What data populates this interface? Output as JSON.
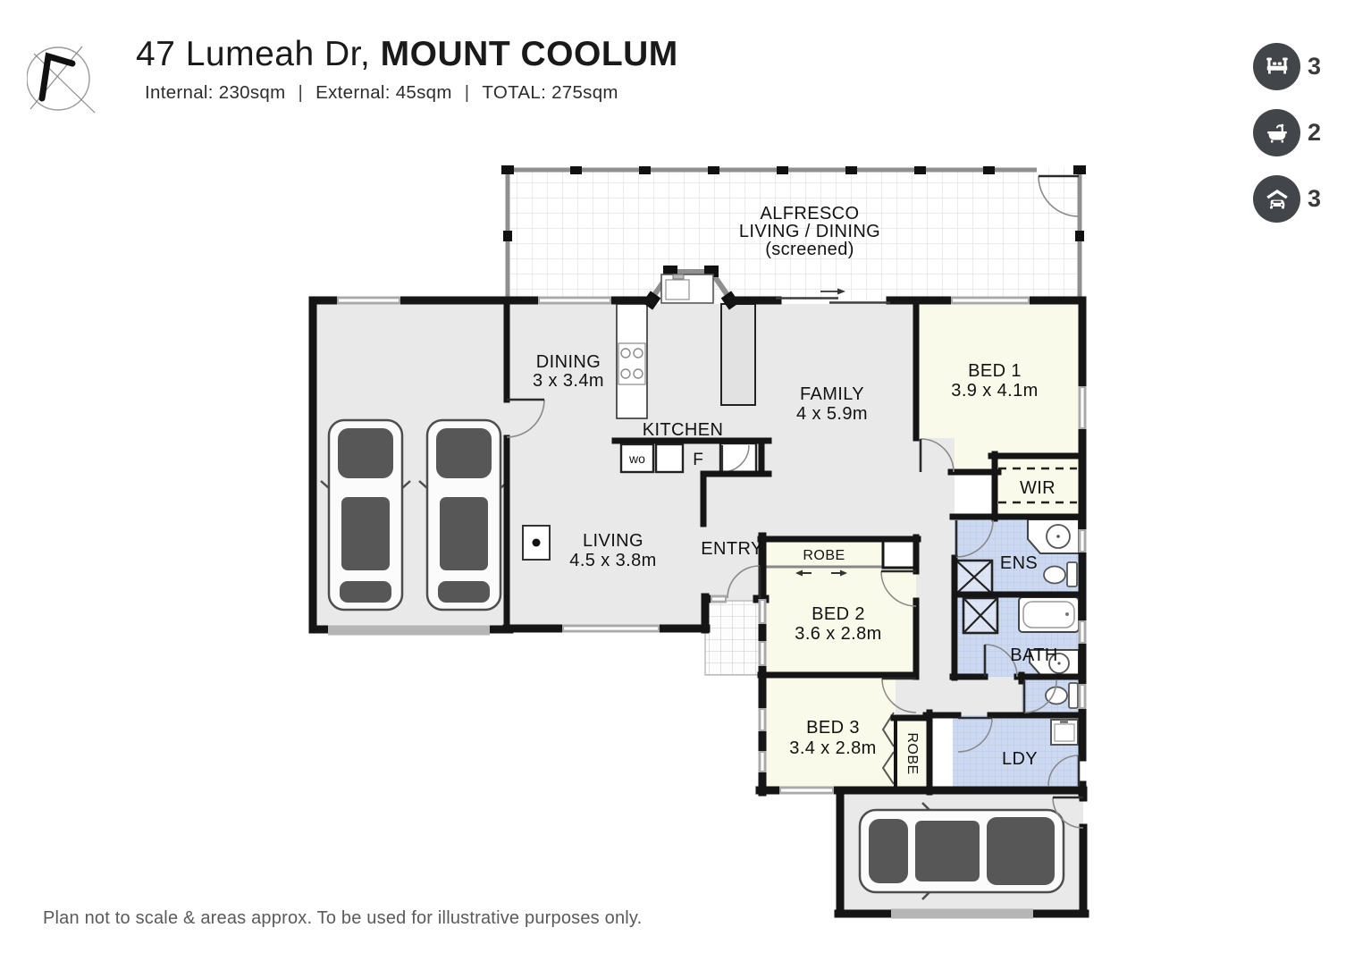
{
  "header": {
    "address_street": "47 Lumeah Dr, ",
    "address_suburb": "MOUNT COOLUM",
    "area_internal": "Internal: 230sqm",
    "area_external": "External: 45sqm",
    "area_total": "TOTAL: 275sqm",
    "separator": "|"
  },
  "stats": {
    "bedrooms": {
      "icon": "bed-icon",
      "count": "3"
    },
    "bathrooms": {
      "icon": "bath-icon",
      "count": "2"
    },
    "garages": {
      "icon": "garage-icon",
      "count": "3"
    }
  },
  "rooms": {
    "alfresco": {
      "line1": "ALFRESCO",
      "line2": "LIVING / DINING",
      "line3": "(screened)"
    },
    "dining": {
      "name": "DINING",
      "dims": "3 x 3.4m"
    },
    "kitchen": {
      "name": "KITCHEN"
    },
    "family": {
      "name": "FAMILY",
      "dims": "4 x 5.9m"
    },
    "bed1": {
      "name": "BED 1",
      "dims": "3.9 x 4.1m"
    },
    "wir": {
      "name": "WIR"
    },
    "ens": {
      "name": "ENS"
    },
    "living": {
      "name": "LIVING",
      "dims": "4.5 x 3.8m"
    },
    "entry": {
      "name": "ENTRY"
    },
    "robe_bed2": {
      "name": "ROBE"
    },
    "bed2": {
      "name": "BED 2",
      "dims": "3.6 x 2.8m"
    },
    "bath": {
      "name": "BATH"
    },
    "bed3": {
      "name": "BED 3",
      "dims": "3.4 x 2.8m"
    },
    "robe_bed3": {
      "name": "ROBE"
    },
    "ldy": {
      "name": "LDY"
    }
  },
  "fixtures": {
    "wall_oven": "wo",
    "fridge": "F"
  },
  "footer": {
    "disclaimer": "Plan not to scale & areas approx. To be used for illustrative purposes only."
  },
  "colors": {
    "wall": "#151515",
    "floor_gray": "#e9e9e9",
    "bedroom_cream": "#fafaea",
    "wet_area_blue": "#ccd9f1",
    "stat_icon_circle": "#42464a",
    "window_gray": "#a9a9a9",
    "car_gray": "#575757"
  }
}
